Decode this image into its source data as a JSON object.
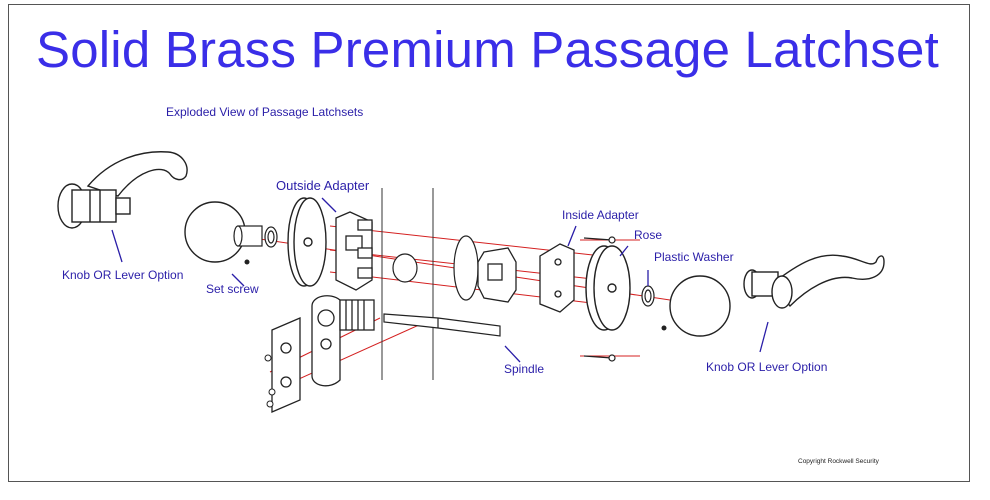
{
  "title": "Solid Brass Premium Passage Latchset",
  "subtitle": "Exploded View of Passage Latchsets",
  "labels": {
    "knob_lever_left": "Knob OR Lever Option",
    "set_screw": "Set screw",
    "outside_adapter": "Outside Adapter",
    "inside_adapter": "Inside Adapter",
    "rose": "Rose",
    "plastic_washer": "Plastic Washer",
    "spindle": "Spindle",
    "knob_lever_right": "Knob OR Lever Option"
  },
  "copyright": "Copyright Rockwell Security",
  "colors": {
    "title": "#3a2ee8",
    "label": "#2a1ea8",
    "axis_line": "#d42020",
    "leader": "#2a1ea8",
    "drawing": "#222222"
  }
}
